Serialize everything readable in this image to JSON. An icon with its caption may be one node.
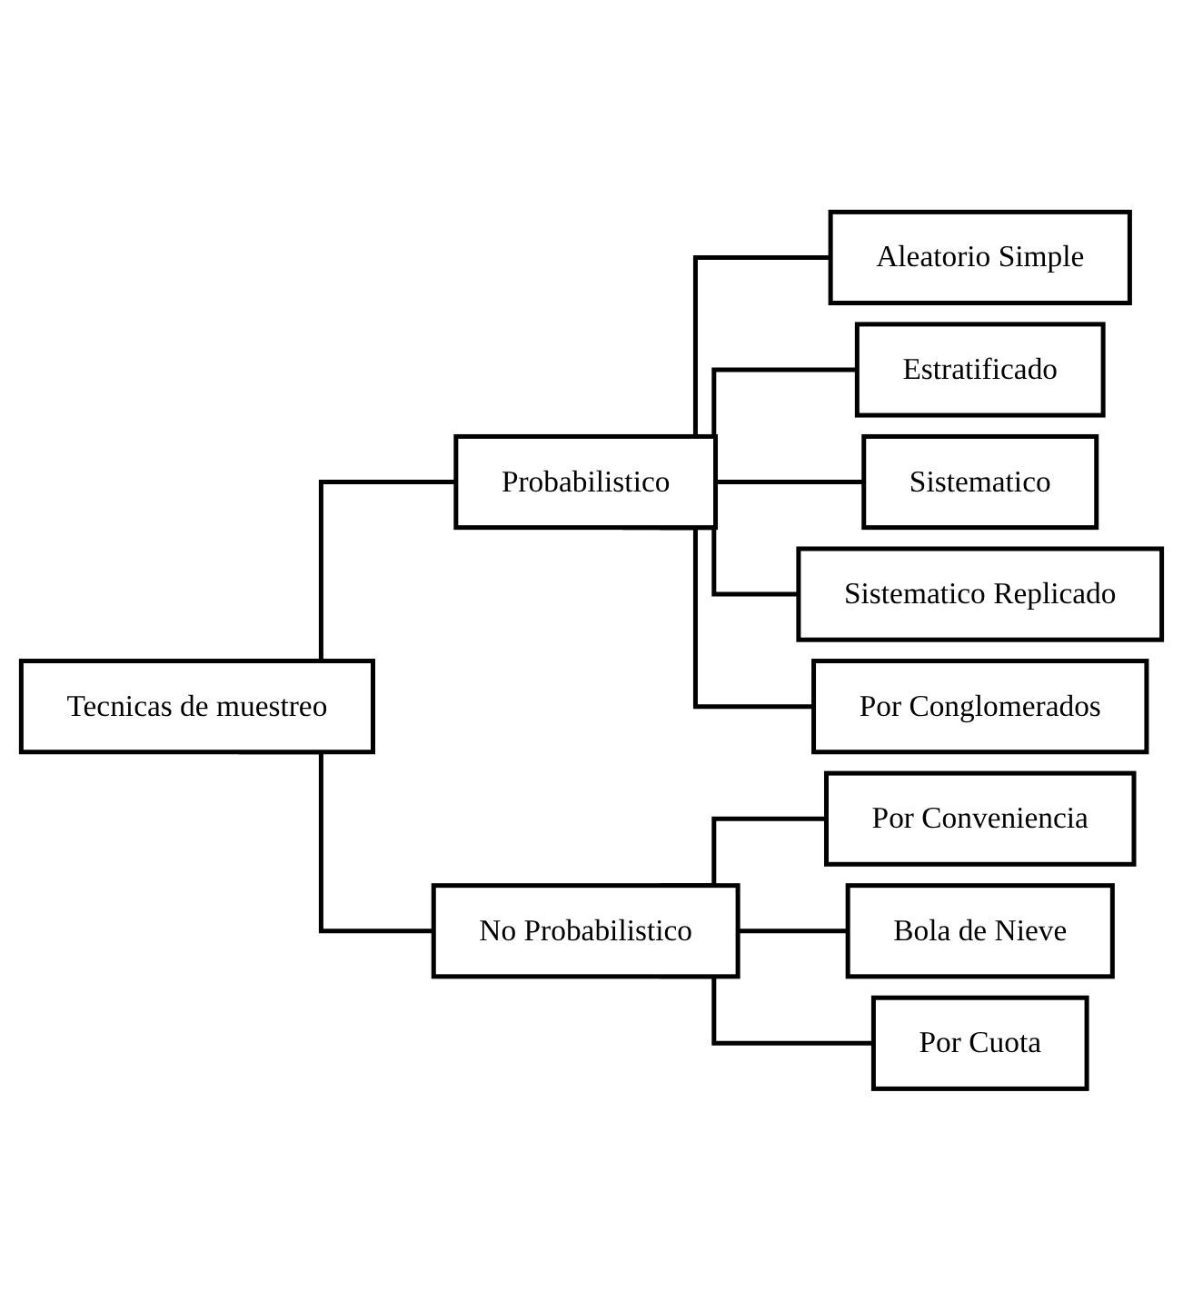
{
  "diagram": {
    "nodes": [
      {
        "text": [
          "Tecnicas de muestreo"
        ]
      },
      {
        "text": [
          "Probabilistico"
        ]
      },
      {
        "text": [
          "No Probabilistico"
        ]
      },
      {
        "text": [
          "Aleatorio Simple"
        ]
      },
      {
        "text": [
          "Estratificado"
        ]
      },
      {
        "text": [
          "Sistematico"
        ]
      },
      {
        "text": [
          "Sistematico Replicado"
        ]
      },
      {
        "text": [
          "Por Conglomerados"
        ]
      },
      {
        "text": [
          "Por Conveniencia"
        ]
      },
      {
        "text": [
          "Bola de Nieve"
        ]
      },
      {
        "text": [
          "Por Cuota"
        ]
      }
    ],
    "edges": [
      {
        "from": 0,
        "to": 1,
        "arrow": "none"
      },
      {
        "from": 0,
        "to": 2,
        "arrow": "none"
      },
      {
        "from": 1,
        "to": 3,
        "arrow": "none"
      },
      {
        "from": 1,
        "to": 4,
        "arrow": "none"
      },
      {
        "from": 1,
        "to": 5,
        "arrow": "none"
      },
      {
        "from": 1,
        "to": 6,
        "arrow": "none"
      },
      {
        "from": 1,
        "to": 7,
        "arrow": "none"
      },
      {
        "from": 2,
        "to": 8,
        "arrow": "none"
      },
      {
        "from": 2,
        "to": 9,
        "arrow": "none"
      },
      {
        "from": 2,
        "to": 10,
        "arrow": "none"
      }
    ]
  }
}
